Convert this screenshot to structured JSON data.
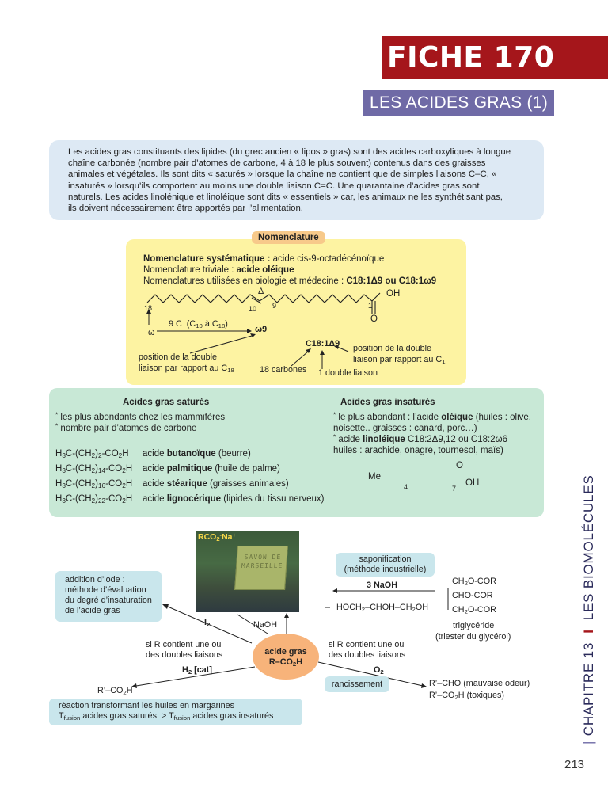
{
  "header": {
    "fiche": "FICHE 170",
    "subtitle": "LES ACIDES GRAS (1)"
  },
  "intro": {
    "lines": [
      "Les acides gras constituants des lipides (du grec ancien « lipos » gras) sont des acides carboxyliques à longue",
      "chaîne carbonée (nombre pair d’atomes de carbone, 4 à 18 le plus souvent) contenus dans des graisses",
      "animales et végétales. Ils sont dits « saturés » lorsque la chaîne ne contient que de simples liaisons C–C, «",
      "insaturés » lorsqu’ils comportent au moins une double liaison C=C. Une quarantaine d’acides gras sont",
      "naturels. Les acides linolénique et linoléique sont dits « essentiels » car, les animaux ne les synthétisant pas,",
      "ils doivent nécessairement être apportés par l’alimentation."
    ]
  },
  "nomenclature": {
    "badge": "Nomenclature",
    "systematic_label": "Nomenclature systématique :",
    "systematic_value": "acide cis-9-octadécénoïque",
    "trivial_label": "Nomenclature triviale :",
    "trivial_value": "acide oléique",
    "bio_label": "Nomenclatures utilisées en biologie et médecine :",
    "bio_value": "C18:1Δ9 ou C18:1ω9",
    "delta": "Δ",
    "num_18": "18",
    "num_10": "10",
    "num_9": "9",
    "num_1": "1",
    "oh": "OH",
    "o": "O",
    "omega": "ω",
    "nine_c": "9 C  (C10 à C18)",
    "omega9": "ω9",
    "c18_label": "C18:1Δ9",
    "pos_left_1": "position de la double",
    "pos_left_2": "liaison par rapport au C18",
    "carbons": "18 carbones",
    "one_double": "1 double liaison",
    "pos_right_1": "position de la double",
    "pos_right_2": "liaison par rapport au C1"
  },
  "saturated": {
    "title": "Acides gras saturés",
    "bullets": [
      "les plus abondants chez les mammifères",
      "nombre pair d’atomes de carbone"
    ],
    "rows": [
      {
        "formula": "H3C-(CH2)2-CO2H",
        "prefix": "acide",
        "name": "butanoïque",
        "note": "(beurre)"
      },
      {
        "formula": "H3C-(CH2)14-CO2H",
        "prefix": "acide",
        "name": "palmitique",
        "note": "(huile de palme)"
      },
      {
        "formula": "H3C-(CH2)16-CO2H",
        "prefix": "acide",
        "name": "stéarique",
        "note": "(graisses animales)"
      },
      {
        "formula": "H3C-(CH2)22-CO2H",
        "prefix": "acide",
        "name": "lignocérique",
        "note": "(lipides du tissu nerveux)"
      }
    ]
  },
  "unsaturated": {
    "title": "Acides gras insaturés",
    "line1_pre": "le plus abondant : l’acide",
    "line1_name": "oléique",
    "line1_post": "(huiles : olive,",
    "line2": "noisette.. graisses : canard, porc…)",
    "line3_pre": "acide",
    "line3_name": "linoléique",
    "line3_post": "C18:2Δ9,12 ou C18:2ω6",
    "line4": "huiles : arachide, onagre, tournesol, maïs)",
    "me": "Me",
    "sub4": "4",
    "sub7": "7",
    "oh": "OH",
    "o": "O"
  },
  "reactions": {
    "photo_label": "RCO2-Na+",
    "soap_text": "SAVON DE MARSEILLE",
    "saponification_1": "saponification",
    "saponification_2": "(méthode industrielle)",
    "naoh3": "3 NaOH",
    "glycerol": "HOCH2–CHOH–CH2OH",
    "plus": "+",
    "tg_1": "CH2O-COR",
    "tg_2": "CHO-COR",
    "tg_3": "CH2O-COR",
    "tg_name": "triglycéride",
    "tg_sub": "(triester du glycérol)",
    "iodine_1": "addition d’iode  :",
    "iodine_2": "méthode d’évaluation",
    "iodine_3": "du degré d’insaturation",
    "iodine_4": "de l’acide gras",
    "i2": "I2",
    "naoh": "NaOH",
    "center_1": "acide gras",
    "center_2": "R–CO2H",
    "if_left_1": "si R contient une ou",
    "if_left_2": "des doubles liaisons",
    "if_right_1": "si R contient une ou",
    "if_right_2": "des doubles liaisons",
    "h2": "H2 [cat]",
    "o2": "O2",
    "rancid": "rancissement",
    "left_product": "R’–CO2H",
    "right_prod_1": "R’–CHO (mauvaise odeur)",
    "right_prod_2": "R’–CO2H (toxiques)",
    "margarine_1": "réaction transformant les huiles en margarines",
    "margarine_2": "Tfusion acides gras saturés  > Tfusion acides gras insaturés"
  },
  "sidebar": {
    "chapter": "CHAPITRE 13",
    "title": "LES BIOMOLÉCULES",
    "page": "213"
  }
}
